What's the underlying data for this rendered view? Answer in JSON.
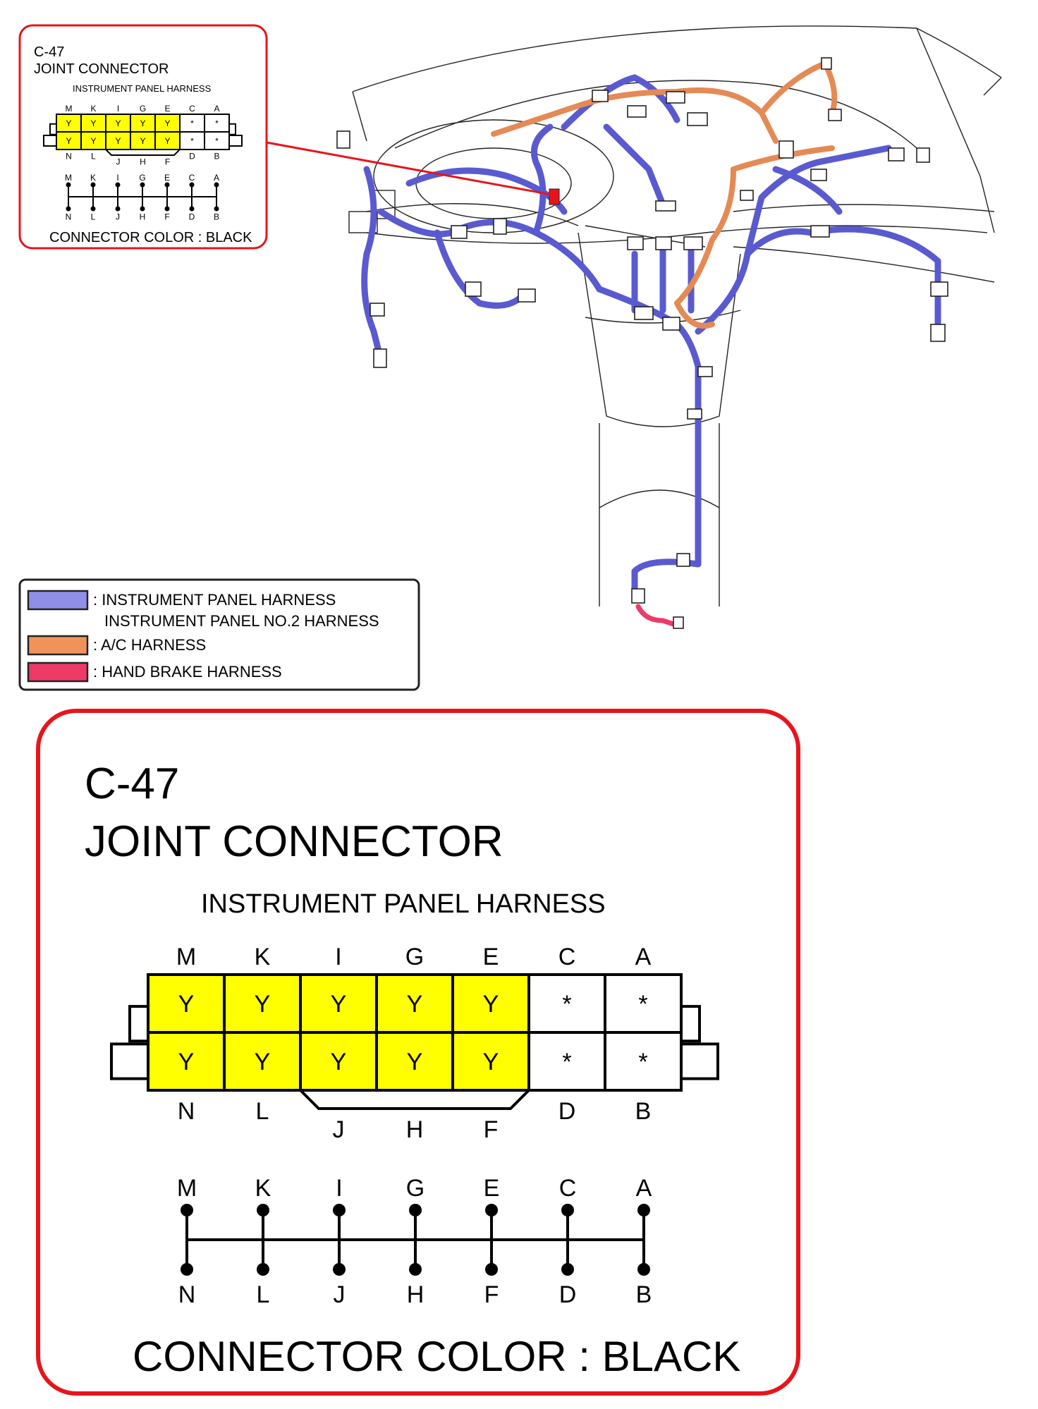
{
  "connector": {
    "id": "C-47",
    "title": "JOINT CONNECTOR",
    "harness": "INSTRUMENT PANEL HARNESS",
    "color_note": "CONNECTOR COLOR : BLACK",
    "top_letters": [
      "M",
      "K",
      "I",
      "G",
      "E",
      "C",
      "A"
    ],
    "bottom_letters": [
      "N",
      "L",
      "",
      "",
      "",
      "D",
      "B"
    ],
    "under_letters": [
      "J",
      "H",
      "F"
    ],
    "pin_rows": [
      [
        "Y",
        "Y",
        "Y",
        "Y",
        "Y",
        "*",
        "*"
      ],
      [
        "Y",
        "Y",
        "Y",
        "Y",
        "Y",
        "*",
        "*"
      ]
    ],
    "schematic_top": [
      "M",
      "K",
      "I",
      "G",
      "E",
      "C",
      "A"
    ],
    "schematic_bottom": [
      "N",
      "L",
      "J",
      "H",
      "F",
      "D",
      "B"
    ]
  },
  "legend": {
    "items": [
      {
        "lines": [
          ": INSTRUMENT PANEL HARNESS",
          "INSTRUMENT PANEL NO.2 HARNESS"
        ],
        "color": "#8f8fe8"
      },
      {
        "lines": [
          ": A/C HARNESS"
        ],
        "color": "#f0935a"
      },
      {
        "lines": [
          ": HAND BRAKE HARNESS"
        ],
        "color": "#ee3a66"
      }
    ]
  },
  "colors": {
    "callout_border": "#e8141b",
    "pin_fill": "#ffff00",
    "panel_harness": "#8f8fe8",
    "ac_harness": "#f0935a",
    "hand_brake_harness": "#ee3a66",
    "pointer_line": "#e8141b"
  }
}
